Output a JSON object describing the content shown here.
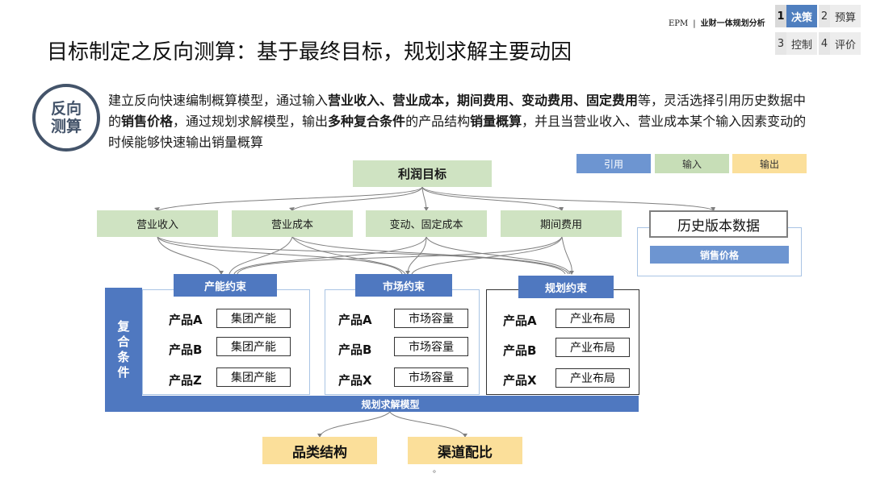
{
  "header": {
    "epm": "EPM",
    "separator": "|",
    "section": "业财一体规划分析",
    "stages": [
      {
        "num": "1",
        "label": "决策",
        "active": true
      },
      {
        "num": "2",
        "label": "预算",
        "active": false
      },
      {
        "num": "3",
        "label": "控制",
        "active": false
      },
      {
        "num": "4",
        "label": "评价",
        "active": false
      }
    ]
  },
  "title": "目标制定之反向测算：基于最终目标，规划求解主要动因",
  "badge": {
    "line1": "反向",
    "line2": "测算"
  },
  "intro": {
    "p1": "建立反向快速编制概算模型，通过输入",
    "b1": "营业收入、营业成本，期间费用、变动费用、固定费用",
    "p2": "等，灵活选择引用历史数据中的",
    "b2": "销售价格",
    "p3": "，通过规划求解模型，输出",
    "b3": "多种复合条件",
    "p4": "的产品结构",
    "b4": "销量概算",
    "p5": "，并且当营业收入、营业成本某个输入因素变动的时候能够快速输出销量概算"
  },
  "legend": {
    "reference": "引用",
    "input": "输入",
    "output": "输出"
  },
  "profit_target": "利润目标",
  "factors": [
    "营业收入",
    "营业成本",
    "变动、固定成本",
    "期间费用"
  ],
  "history": {
    "title": "历史版本数据",
    "price": "销售价格"
  },
  "composite_label": [
    "复",
    "合",
    "条",
    "件"
  ],
  "constraints": [
    {
      "title": "产能约束",
      "rows": [
        {
          "product": "产品A",
          "value": "集团产能"
        },
        {
          "product": "产品B",
          "value": "集团产能"
        },
        {
          "product": "产品Z",
          "value": "集团产能"
        }
      ]
    },
    {
      "title": "市场约束",
      "rows": [
        {
          "product": "产品A",
          "value": "市场容量"
        },
        {
          "product": "产品B",
          "value": "市场容量"
        },
        {
          "product": "产品X",
          "value": "市场容量"
        }
      ]
    },
    {
      "title": "规划约束",
      "rows": [
        {
          "product": "产品A",
          "value": "产业布局"
        },
        {
          "product": "产品B",
          "value": "产业布局"
        },
        {
          "product": "产品X",
          "value": "产业布局"
        }
      ]
    }
  ],
  "solver": "规划求解模型",
  "outputs": [
    "品类结构",
    "渠道配比"
  ],
  "footer_mark": "。",
  "colors": {
    "accent_blue": "#4f78c0",
    "reference_blue": "#6d95d1",
    "input_green": "#c7deb7",
    "output_yellow": "#fbdf9a",
    "badge_gray": "#44546a"
  }
}
